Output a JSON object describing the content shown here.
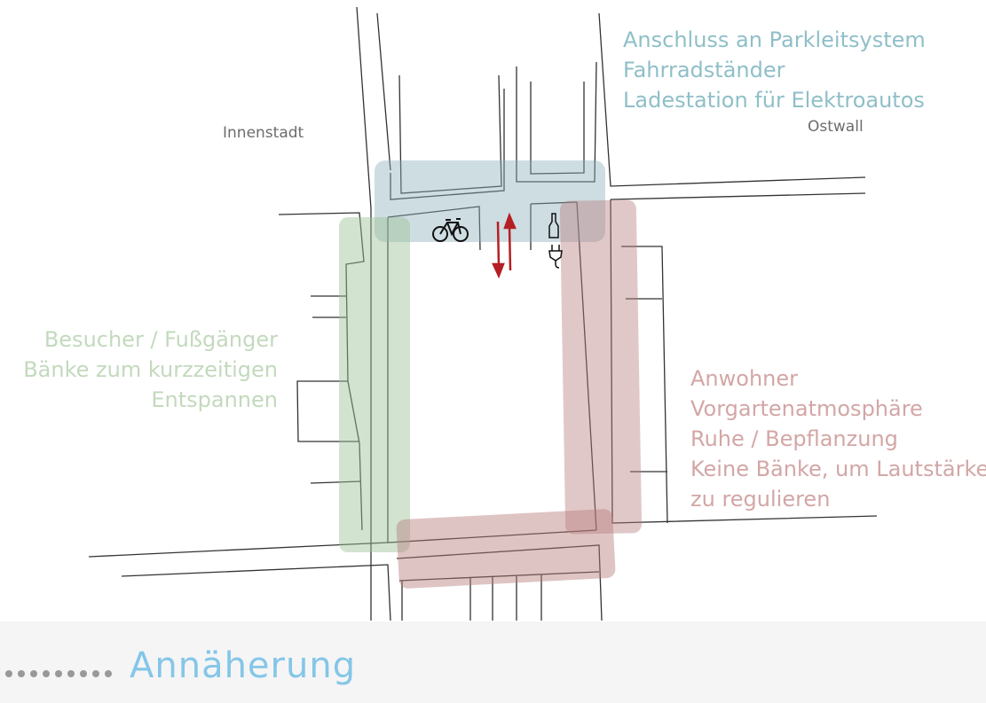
{
  "labels": {
    "innenstadt": "Innenstadt",
    "ostwall": "Ostwall"
  },
  "blue_zone": {
    "color": "#8fbfc8",
    "lines": [
      "Anschluss an Parkleitsystem",
      "Fahrradständer",
      "Ladestation für Elektroautos"
    ]
  },
  "green_zone": {
    "color": "#c3d9bd",
    "lines": [
      "Besucher / Fußgänger",
      "Bänke zum kurzzeitigen",
      "Entspannen"
    ]
  },
  "pink_zone": {
    "color": "#d3a6a6",
    "lines": [
      "Anwohner",
      "Vorgartenatmosphäre",
      "Ruhe / Bepflanzung",
      "Keine Bänke, um Lautstärke",
      "zu regulieren"
    ]
  },
  "icons": [
    "bicycle-icon",
    "bottle-icon",
    "plug-icon",
    "two-way-arrow-icon"
  ],
  "footer": {
    "title": "Annäherung",
    "accent": "#84c6e8"
  }
}
